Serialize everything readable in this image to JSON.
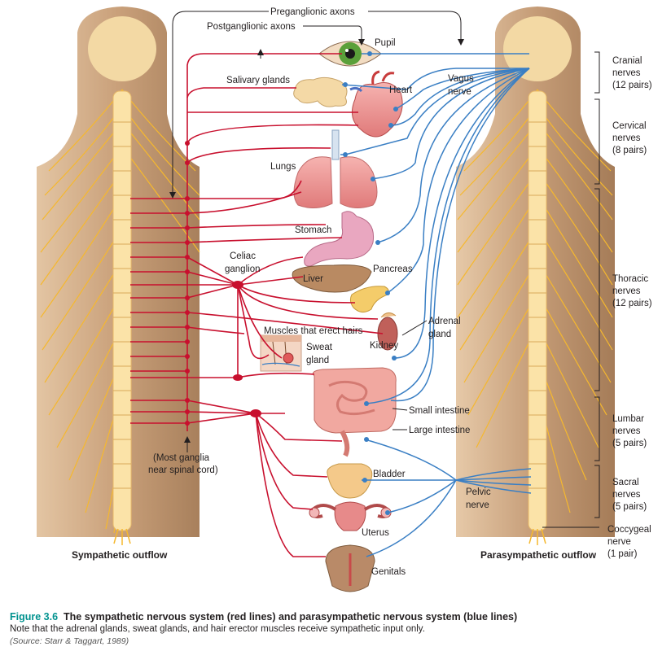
{
  "labels": {
    "preganglionic": "Preganglionic axons",
    "postganglionic": "Postganglionic axons",
    "pupil": "Pupil",
    "salivary": "Salivary glands",
    "heart": "Heart",
    "vagus_1": "Vagus",
    "vagus_2": "nerve",
    "lungs": "Lungs",
    "stomach": "Stomach",
    "celiac_1": "Celiac",
    "celiac_2": "ganglion",
    "liver": "Liver",
    "pancreas": "Pancreas",
    "adrenal_1": "Adrenal",
    "adrenal_2": "gland",
    "muscles": "Muscles that erect hairs",
    "sweat_1": "Sweat",
    "sweat_2": "gland",
    "kidney": "Kidney",
    "small_intestine": "Small intestine",
    "large_intestine": "Large intestine",
    "most_ganglia_1": "(Most ganglia",
    "most_ganglia_2": "near spinal cord)",
    "bladder": "Bladder",
    "pelvic_1": "Pelvic",
    "pelvic_2": "nerve",
    "uterus": "Uterus",
    "genitals": "Genitals",
    "sympathetic": "Sympathetic outflow",
    "parasympathetic": "Parasympathetic outflow"
  },
  "nerve_groups": [
    {
      "name": "Cranial",
      "line2": "nerves",
      "line3": "(12 pairs)"
    },
    {
      "name": "Cervical",
      "line2": "nerves",
      "line3": "(8 pairs)"
    },
    {
      "name": "Thoracic",
      "line2": "nerves",
      "line3": "(12 pairs)"
    },
    {
      "name": "Lumbar",
      "line2": "nerves",
      "line3": "(5 pairs)"
    },
    {
      "name": "Sacral",
      "line2": "nerves",
      "line3": "(5 pairs)"
    },
    {
      "name": "Coccygeal",
      "line2": "nerve",
      "line3": "(1 pair)"
    }
  ],
  "caption": {
    "number": "Figure 3.6",
    "title": "The sympathetic nervous system (red lines) and parasympathetic nervous system (blue lines)",
    "note": "Note that the adrenal glands, sweat glands, and hair erector muscles receive sympathetic input only.",
    "source": "(Source: Starr & Taggart, 1989)"
  },
  "colors": {
    "sympathetic": "#c8102e",
    "parasympathetic": "#3a7fc4",
    "body": "#c9a27e",
    "nerves": "#f5b82e"
  }
}
